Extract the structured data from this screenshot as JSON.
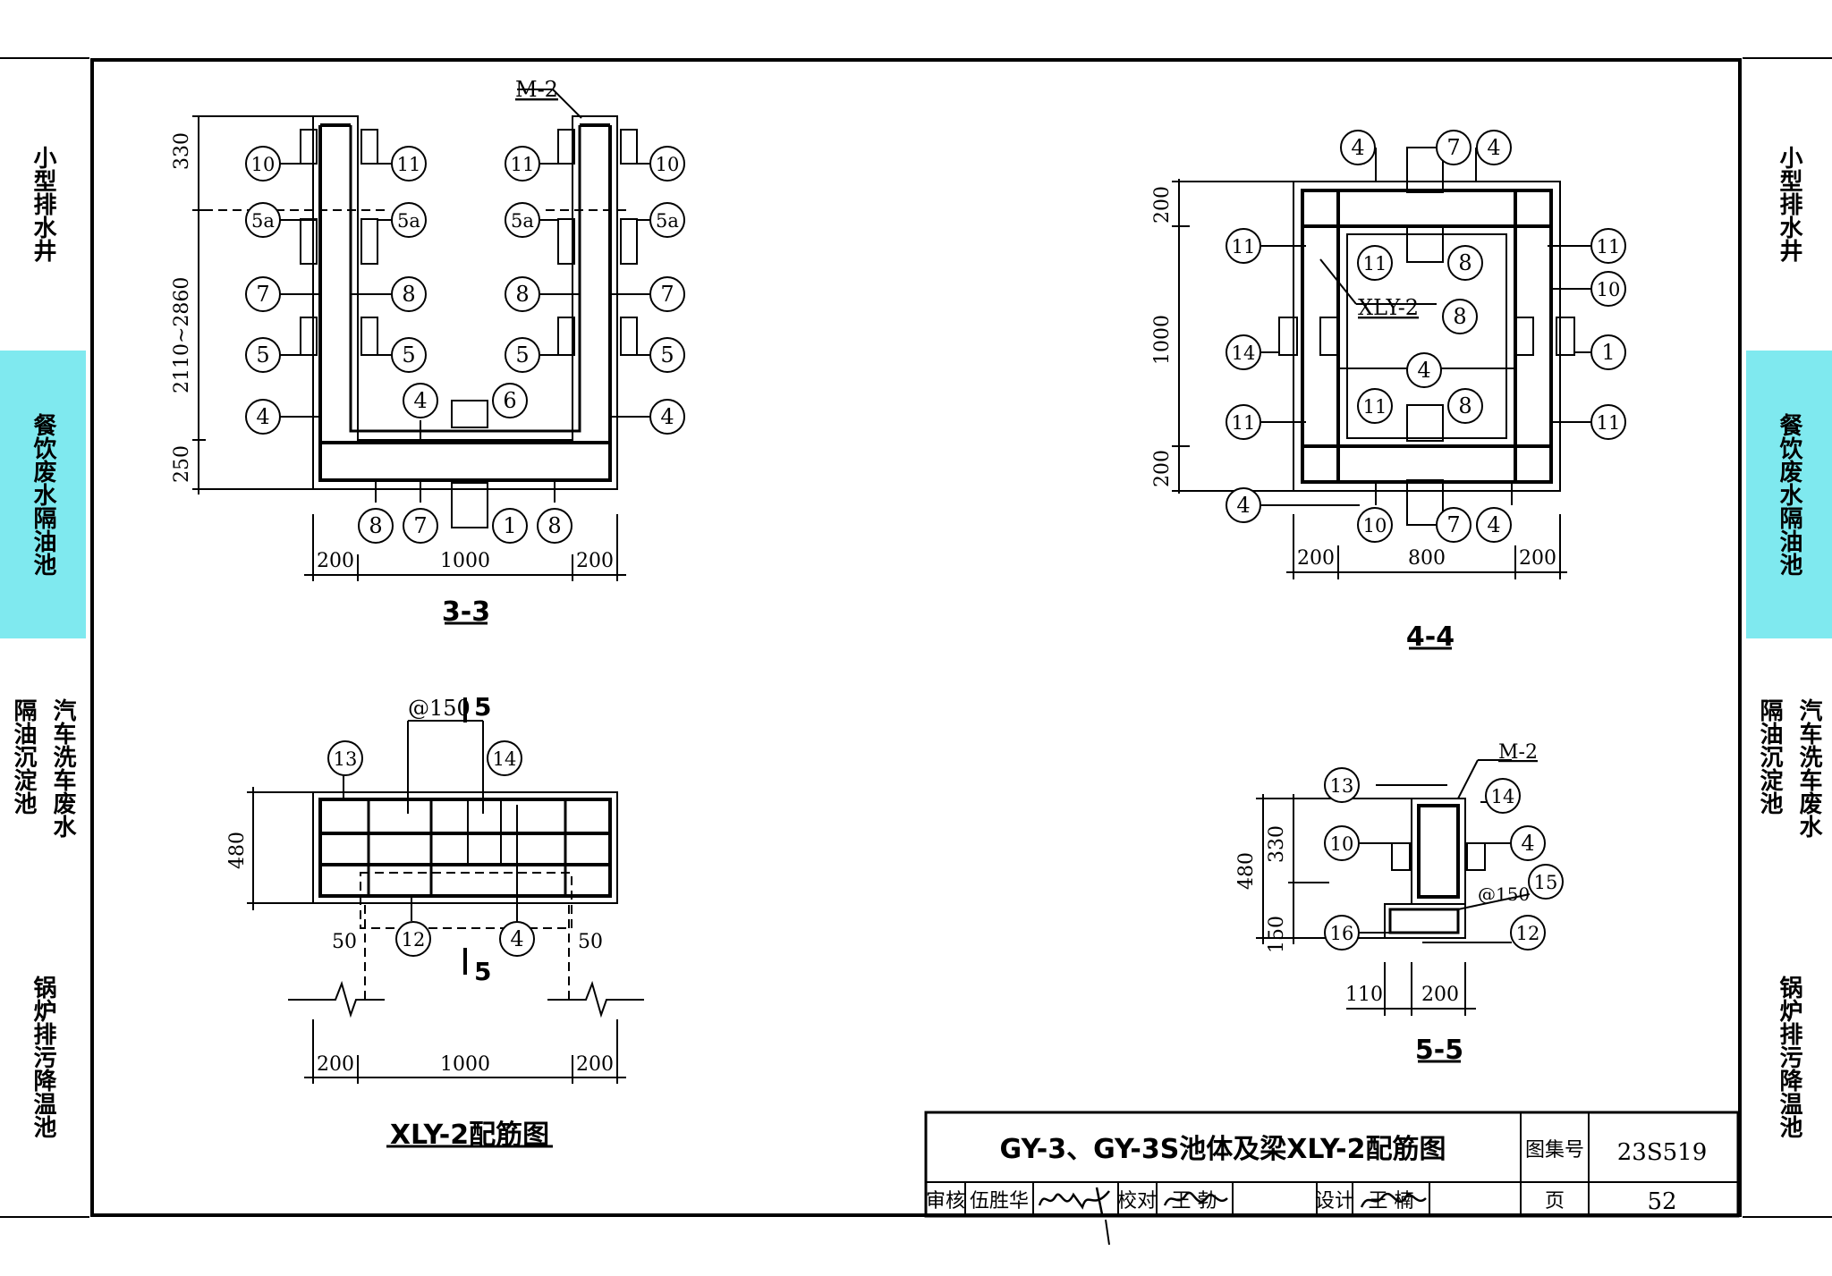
{
  "side_tabs": [
    {
      "label": "小型排水井",
      "active": false
    },
    {
      "label": "餐饮废水隔油池",
      "active": true
    },
    {
      "label_col1": "汽车洗车废水",
      "label_col2": "隔油沉淀池",
      "active": false
    },
    {
      "label": "锅炉排污降温池",
      "active": false
    }
  ],
  "section_titles": {
    "s33": "3-3",
    "s44": "4-4",
    "s55": "5-5",
    "xly": "XLY-2配筋图"
  },
  "callouts": {
    "n1": "1",
    "n4": "4",
    "n5": "5",
    "n5a": "5a",
    "n6": "6",
    "n7": "7",
    "n8": "8",
    "n10": "10",
    "n11": "11",
    "n12": "12",
    "n13": "13",
    "n14": "14",
    "n15": "15",
    "n16": "16"
  },
  "labels": {
    "m2": "M-2",
    "xly2": "XLY-2",
    "at150": "@150",
    "sec5": "5"
  },
  "dims": {
    "d330": "330",
    "d2110": "2110~2860",
    "d250": "250",
    "d200": "200",
    "d1000": "1000",
    "d800": "800",
    "d480": "480",
    "d50": "50",
    "d150": "150",
    "d110": "110"
  },
  "title_block": {
    "drawing_title": "GY-3、GY-3S池体及梁XLY-2配筋图",
    "atlas_label": "图集号",
    "atlas_no": "23S519",
    "review_label": "审核",
    "reviewer": "伍胜华",
    "check_label": "校对",
    "checker": "王 勃",
    "design_label": "设计",
    "designer": "王 楠",
    "page_label": "页",
    "page_no": "52"
  },
  "colors": {
    "active_tab": "#7fe9ef"
  }
}
